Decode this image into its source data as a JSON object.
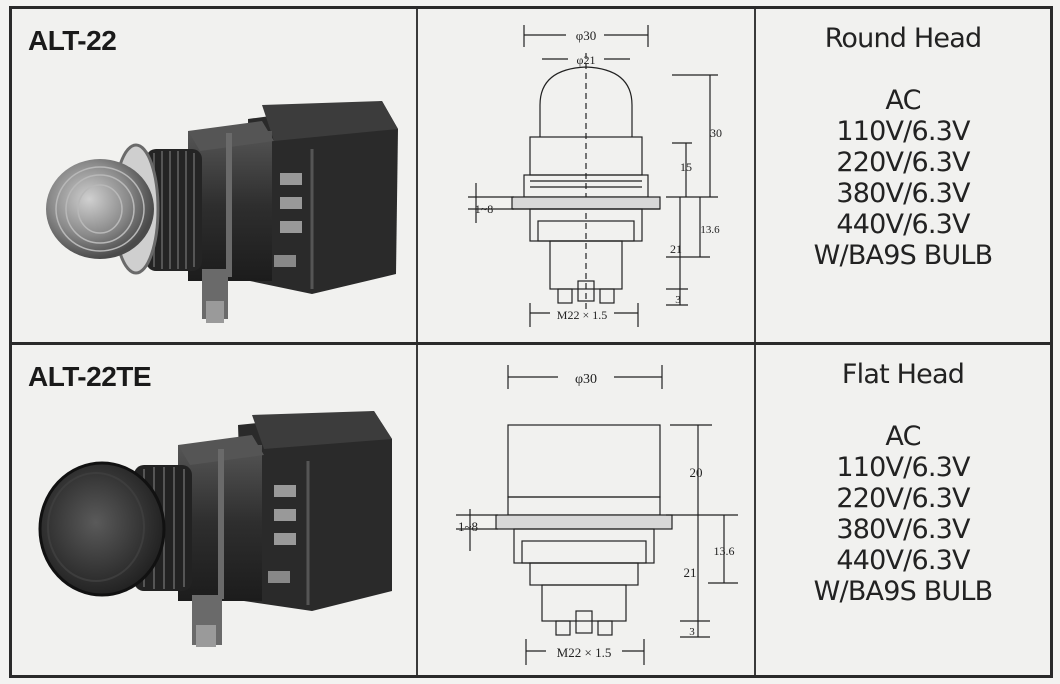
{
  "products": [
    {
      "model": "ALT-22",
      "head_type": "Round Head",
      "specs": [
        "AC",
        "110V/6.3V",
        "220V/6.3V",
        "380V/6.3V",
        "440V/6.3V",
        "W/BA9S BULB"
      ],
      "dimensions": {
        "outer_dia": "φ30",
        "inner_dia": "φ21",
        "height_total": "30",
        "height_top": "15",
        "panel": "1~8",
        "depth_mid": "13.6",
        "depth_body": "21",
        "depth_base": "3",
        "thread": "M22 × 1.5"
      }
    },
    {
      "model": "ALT-22TE",
      "head_type": "Flat Head",
      "specs": [
        "AC",
        "110V/6.3V",
        "220V/6.3V",
        "380V/6.3V",
        "440V/6.3V",
        "W/BA9S BULB"
      ],
      "dimensions": {
        "outer_dia": "φ30",
        "height_top": "20",
        "panel": "1~8",
        "depth_mid": "13.6",
        "depth_body": "21",
        "depth_base": "3",
        "thread": "M22 × 1.5"
      }
    }
  ]
}
